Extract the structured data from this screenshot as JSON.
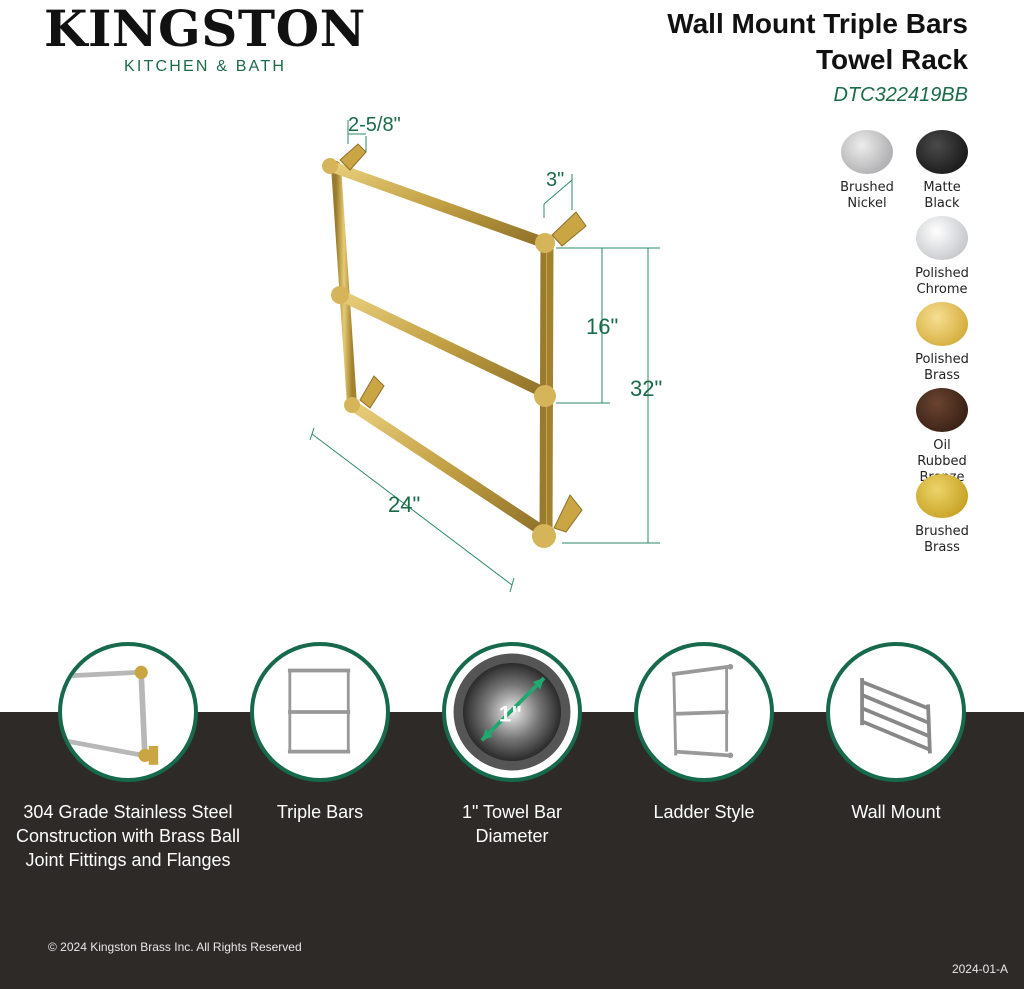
{
  "brand": {
    "name": "KINGSTON",
    "tagline": "KITCHEN & BATH"
  },
  "product": {
    "title_line1": "Wall Mount Triple Bars",
    "title_line2": "Towel Rack",
    "model": "DTC322419BB"
  },
  "dimensions": {
    "projection": "2-5/8\"",
    "flange": "3\"",
    "bar_spacing": "16\"",
    "height": "32\"",
    "width": "24\""
  },
  "finishes": [
    {
      "label_line1": "Brushed",
      "label_line2": "Nickel",
      "color": "#c4c4c6"
    },
    {
      "label_line1": "Matte",
      "label_line2": "Black",
      "color": "#2b2b2b"
    },
    {
      "label_line1": "Polished",
      "label_line2": "Chrome",
      "color": "#e4e5e9"
    },
    {
      "label_line1": "Polished",
      "label_line2": "Brass",
      "color": "#e6c35a"
    },
    {
      "label_line1": "Oil Rubbed",
      "label_line2": "Bronze",
      "color": "#4a2c1c"
    },
    {
      "label_line1": "Brushed",
      "label_line2": "Brass",
      "color": "#d8b632"
    }
  ],
  "features": [
    {
      "line1": "304 Grade Stainless Steel",
      "line2": "Construction with Brass Ball",
      "line3": "Joint Fittings and Flanges"
    },
    {
      "line1": "Triple Bars",
      "line2": "",
      "line3": ""
    },
    {
      "line1": "1\" Towel Bar",
      "line2": "Diameter",
      "line3": "",
      "badge": "1\""
    },
    {
      "line1": "Ladder Style",
      "line2": "",
      "line3": ""
    },
    {
      "line1": "Wall Mount",
      "line2": "",
      "line3": ""
    }
  ],
  "footer": {
    "copyright": "© 2024 Kingston Brass Inc. All Rights Reserved",
    "doc_code": "2024-01-A"
  },
  "colors": {
    "accent_green": "#16694a",
    "band": "#2d2a27",
    "brass": "#c9a544"
  }
}
